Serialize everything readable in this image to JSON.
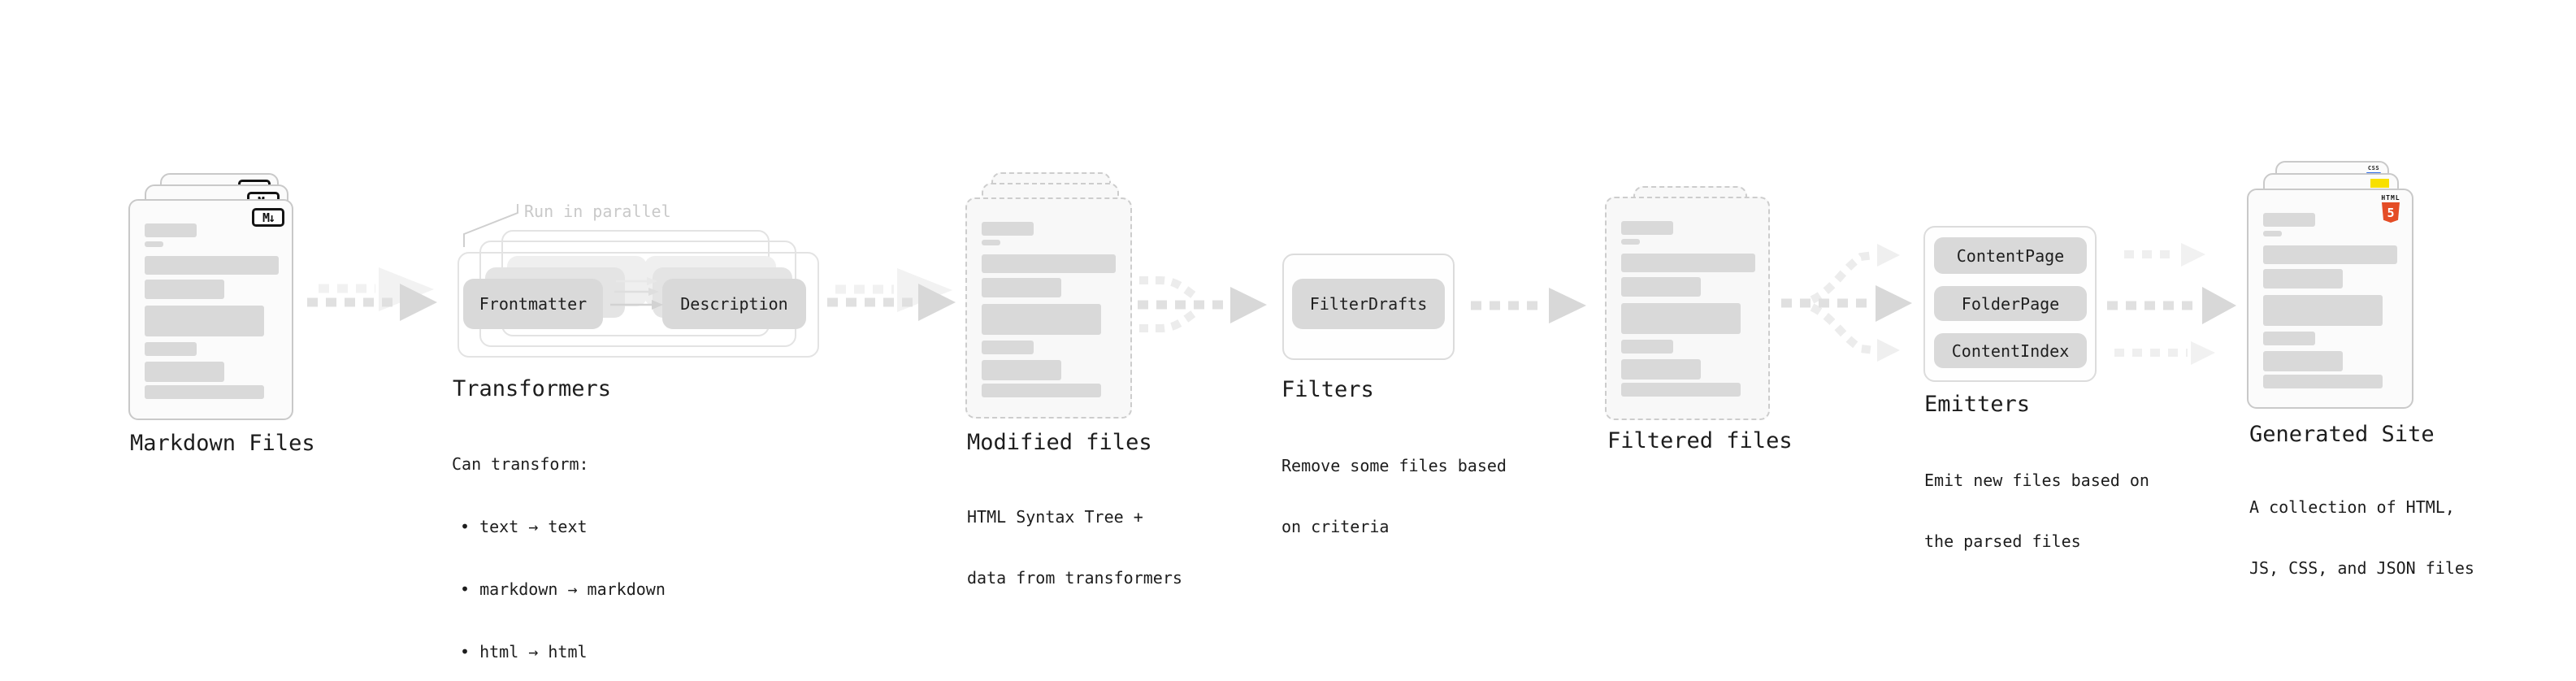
{
  "stages": {
    "markdown": {
      "label": "Markdown Files"
    },
    "transformers": {
      "label": "Transformers",
      "note": "Run in parallel",
      "steps": [
        "Frontmatter",
        "Description"
      ],
      "desc": [
        "Can transform:",
        "• text → text",
        "• markdown → markdown",
        "• html → html"
      ]
    },
    "modified": {
      "label": "Modified files",
      "desc": [
        "HTML Syntax Tree +",
        "data from transformers"
      ]
    },
    "filters": {
      "label": "Filters",
      "steps": [
        "FilterDrafts"
      ],
      "desc": [
        "Remove some files based",
        "on criteria"
      ]
    },
    "filtered": {
      "label": "Filtered files"
    },
    "emitters": {
      "label": "Emitters",
      "steps": [
        "ContentPage",
        "FolderPage",
        "ContentIndex"
      ],
      "desc": [
        "Emit new files based on",
        "the parsed files"
      ]
    },
    "generated": {
      "label": "Generated Site",
      "desc": [
        "A collection of HTML,",
        "JS, CSS, and JSON files"
      ]
    }
  },
  "badges": {
    "markdown": "M↓",
    "html5_wordmark": "HTML",
    "html5_numeral": "5",
    "css_wordmark": "CSS"
  },
  "colors": {
    "html5_orange": "#e44d26",
    "css_blue": "#2f6be8",
    "js_yellow": "#f8e000",
    "skeleton_gray": "#d9d9d9",
    "arrow_gray": "#d8d8d8",
    "arrow_light": "#efefef",
    "text_dark": "#1d1d1d",
    "note_gray": "#c9c9c9"
  }
}
